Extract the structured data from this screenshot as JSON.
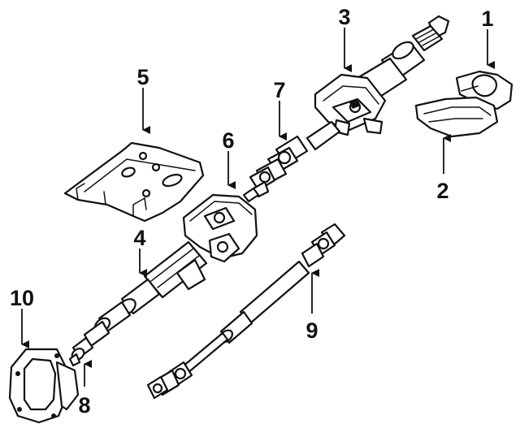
{
  "callouts": {
    "c1": "1",
    "c2": "2",
    "c3": "3",
    "c4": "4",
    "c5": "5",
    "c6": "6",
    "c7": "7",
    "c8": "8",
    "c9": "9",
    "c10": "10"
  },
  "colors": {
    "ink": "#111111",
    "paper": "#ffffff"
  }
}
